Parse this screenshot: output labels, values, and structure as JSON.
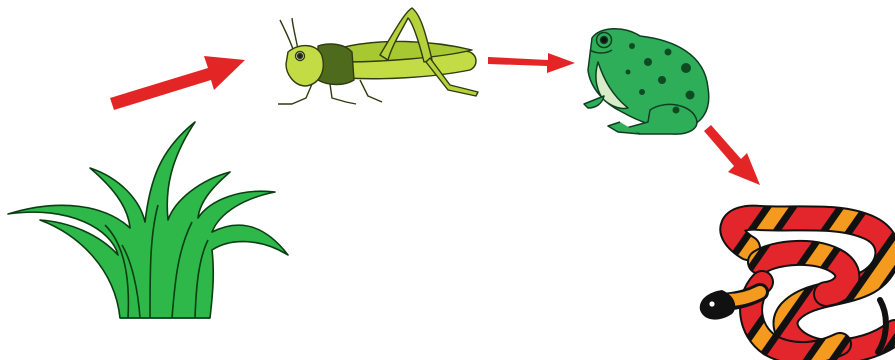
{
  "diagram": {
    "kind": "food-chain",
    "organisms": [
      {
        "id": "grass",
        "icon": "grass-icon",
        "color": "#2eb84a"
      },
      {
        "id": "grasshopper",
        "icon": "grasshopper-icon",
        "color": "#b8d63a"
      },
      {
        "id": "frog",
        "icon": "frog-icon",
        "color": "#2fae5a"
      },
      {
        "id": "snake",
        "icon": "coral-snake-icon",
        "colors": [
          "#e3262b",
          "#f39a1f",
          "#111111"
        ]
      }
    ],
    "arrows": [
      {
        "from": "grass",
        "to": "grasshopper"
      },
      {
        "from": "grasshopper",
        "to": "frog"
      },
      {
        "from": "frog",
        "to": "snake"
      }
    ],
    "arrow_color": "#e32526"
  }
}
